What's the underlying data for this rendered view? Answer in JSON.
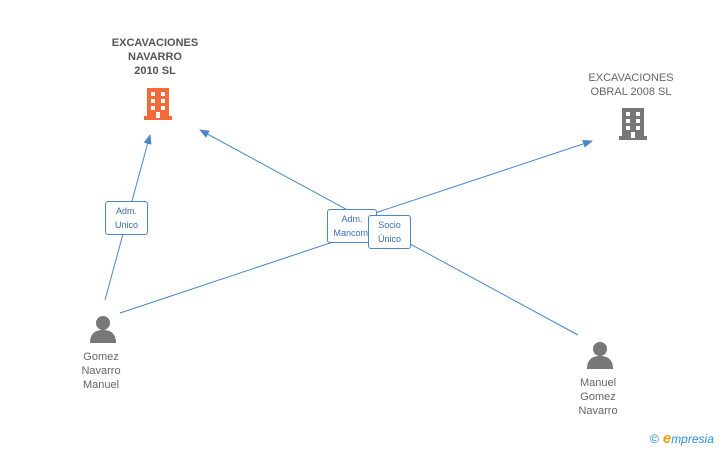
{
  "nodes": {
    "company_main": {
      "line1": "EXCAVACIONES",
      "line2": "NAVARRO",
      "line3": "2010 SL",
      "color": "#f26b38"
    },
    "company_obral": {
      "line1": "EXCAVACIONES",
      "line2": "OBRAL 2008 SL",
      "color": "#777777"
    },
    "person_gomez": {
      "line1": "Gomez",
      "line2": "Navarro",
      "line3": "Manuel",
      "color": "#777777"
    },
    "person_manuel": {
      "line1": "Manuel",
      "line2": "Gomez",
      "line3": "Navarro",
      "color": "#777777"
    }
  },
  "roles": {
    "adm_unico": {
      "line1": "Adm.",
      "line2": "Unico"
    },
    "adm_mancom": {
      "line1": "Adm.",
      "line2": "Mancom."
    },
    "socio_unico": {
      "line1": "Socio",
      "line2": "Único"
    }
  },
  "brand": {
    "copyright": "©",
    "e": "e",
    "rest": "mpresia"
  },
  "edge_color": "#4a86c8"
}
